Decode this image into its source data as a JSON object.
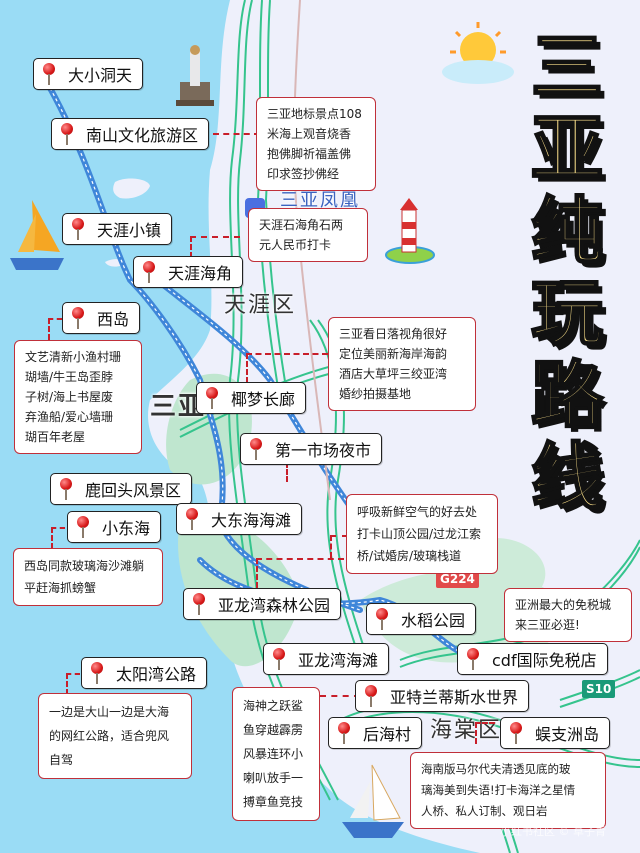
{
  "title": {
    "text": "三亚纯玩路线",
    "chars": [
      "三",
      "亚",
      "纯",
      "玩",
      "路",
      "线"
    ],
    "fill_color": "#fbe08a",
    "stroke_color": "#111111"
  },
  "districts": {
    "tianya": "天涯区",
    "sanya_partial": "三亚",
    "haitang": "海棠区",
    "phoenix_airport_partial": "三亚凤凰"
  },
  "road_badges": {
    "s10": "S10",
    "g224": "G224"
  },
  "places": [
    {
      "id": "daxiaodongtian",
      "label": "大小洞天"
    },
    {
      "id": "nanshan",
      "label": "南山文化旅游区"
    },
    {
      "id": "tianya-town",
      "label": "天涯小镇"
    },
    {
      "id": "tianyahaijiao",
      "label": "天涯海角"
    },
    {
      "id": "xidao",
      "label": "西岛"
    },
    {
      "id": "yemeng",
      "label": "椰梦长廊"
    },
    {
      "id": "diyi-market",
      "label": "第一市场夜市"
    },
    {
      "id": "luhuitou",
      "label": "鹿回头风景区"
    },
    {
      "id": "xiaodonghai",
      "label": "小东海"
    },
    {
      "id": "dadonghai",
      "label": "大东海海滩"
    },
    {
      "id": "yalong-forest",
      "label": "亚龙湾森林公园"
    },
    {
      "id": "shuidao",
      "label": "水稻公园"
    },
    {
      "id": "yalong-beach",
      "label": "亚龙湾海滩"
    },
    {
      "id": "cdf",
      "label": "cdf国际免税店"
    },
    {
      "id": "taiyangwan",
      "label": "太阳湾公路"
    },
    {
      "id": "atlantis",
      "label": "亚特兰蒂斯水世界"
    },
    {
      "id": "houhai",
      "label": "后海村"
    },
    {
      "id": "wuzhizhou",
      "label": "蜈支洲岛"
    }
  ],
  "notes": {
    "nanshan": "三亚地标景点108米海上观音烧香抱佛脚祈福盖佛印求签抄佛经",
    "nanshan_lines": [
      "三亚地标景点108",
      "米海上观音烧香",
      "抱佛脚祈福盖佛",
      "印求签抄佛经"
    ],
    "tianyahaijiao_lines": [
      "天涯石海角石两",
      "元人民币打卡"
    ],
    "xidao_lines": [
      "文艺清新小渔村珊",
      "瑚墙/牛王岛歪脖",
      "子树/海上书屋废",
      "弃渔船/爱心墙珊",
      "瑚百年老屋"
    ],
    "yemeng_lines": [
      "三亚看日落视角很好",
      "定位美丽新海岸海韵",
      "酒店大草坪三绞亚湾",
      "婚纱拍摄基地"
    ],
    "xiaodonghai_lines": [
      "西岛同款玻璃海沙滩躺",
      "平赶海抓螃蟹"
    ],
    "yalong_forest_lines": [
      "呼吸新鲜空气的好去处",
      "打卡山顶公园/过龙江索",
      "桥/试婚房/玻璃栈道"
    ],
    "cdf_lines": [
      "亚洲最大的免税城",
      "来三亚必逛!"
    ],
    "taiyangwan_lines": [
      "一边是大山一边是大海",
      "的网红公路，适合兜风",
      "自驾"
    ],
    "atlantis_lines": [
      "海神之跃鲨",
      "鱼穿越霹雳",
      "风暴连环小",
      "喇叭放手一",
      "搏章鱼竞技"
    ],
    "wuzhizhou_lines": [
      "海南版马尔代夫清透见底的玻",
      "璃海美到失语!打卡海洋之星情",
      "人桥、私人订制、观日岩"
    ]
  },
  "watermark": "小红书社区 © 草子青",
  "colors": {
    "sea": "#9adcf5",
    "land": "#eef0fb",
    "green_area": "#bfe6cf",
    "road_green": "#35c48d",
    "road_blue": "#3f86d9",
    "note_border": "#c0303a",
    "dash": "#c81e2a",
    "pin": "#d71818"
  }
}
